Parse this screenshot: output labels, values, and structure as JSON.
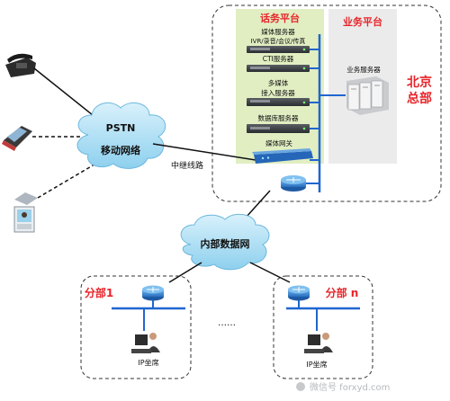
{
  "hq": {
    "call_platform_title": "话务平台",
    "business_platform_title": "业务平台",
    "location_label": "北京总部",
    "servers": [
      {
        "label_lines": [
          "媒体服务器",
          "IVR/录音/会议/传真"
        ]
      },
      {
        "label_lines": [
          "CTI服务器"
        ]
      },
      {
        "label_lines": [
          "多媒体",
          "接入服务器"
        ]
      },
      {
        "label_lines": [
          "数据库服务器"
        ]
      },
      {
        "label_lines": [
          "媒体网关"
        ]
      }
    ],
    "business_server_label": "业务服务器"
  },
  "networks": {
    "pstn_line1": "PSTN",
    "pstn_line2": "移动网络",
    "trunk_label": "中继线路",
    "internal_network": "内部数据网"
  },
  "branches": [
    {
      "title": "分部1",
      "seat_label": "IP坐席"
    },
    {
      "title": "分部 n",
      "seat_label": "IP坐席"
    }
  ],
  "ellipsis": "……",
  "watermark": "微信号 forxyd.com",
  "colors": {
    "accent_red": "#e8242a",
    "network_blue": "#1f66d0",
    "platform_green": "#e1eec2",
    "platform_gray": "#ebebeb"
  }
}
